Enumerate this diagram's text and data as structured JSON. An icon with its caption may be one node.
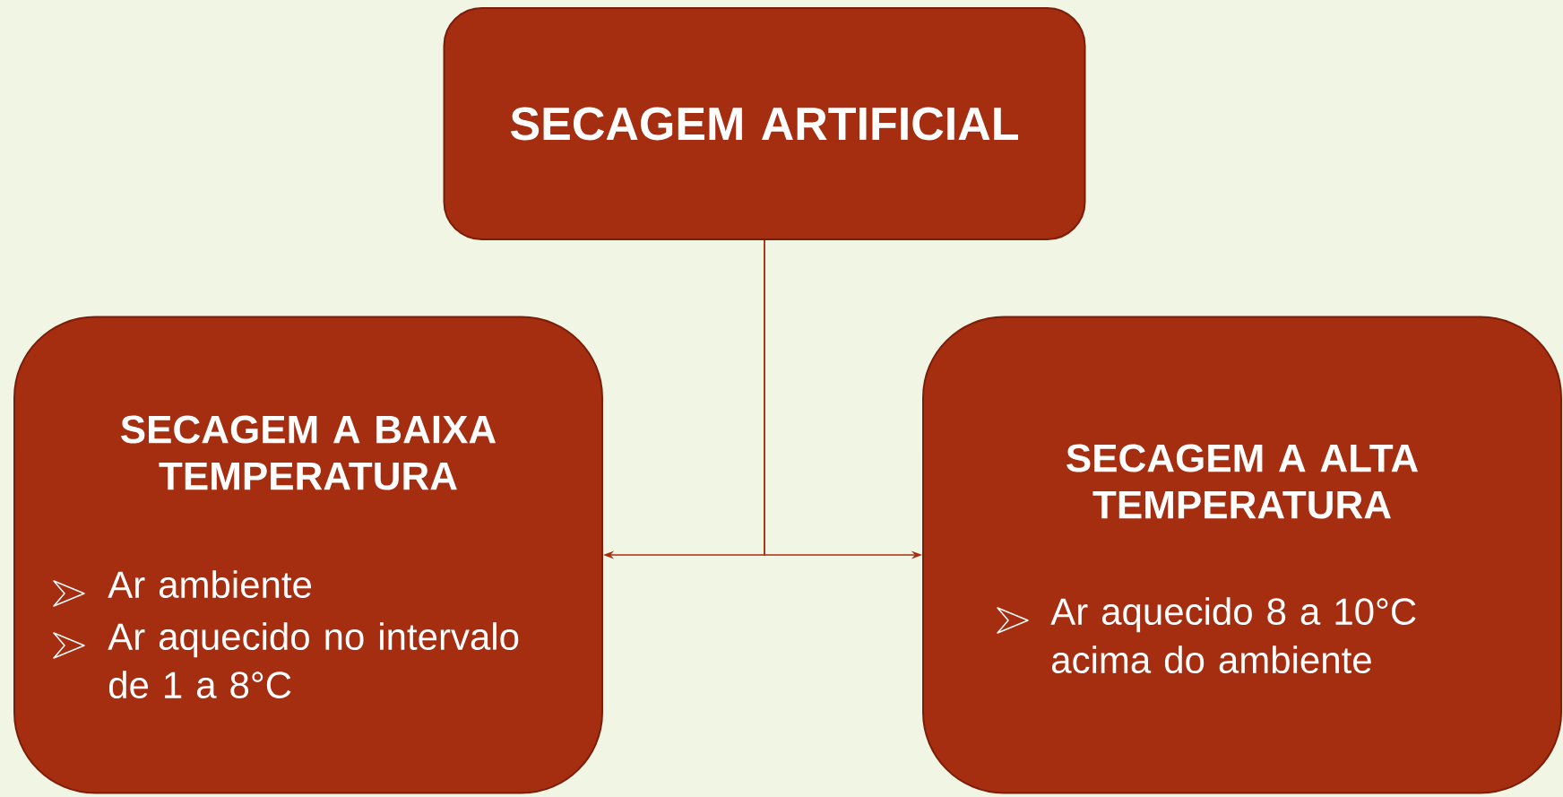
{
  "diagram": {
    "nodes": [
      {
        "text": [
          "SECAGEM ARTIFICIAL"
        ]
      },
      {
        "text": [
          "SECAGEM A BAIXA TEMPERATURA",
          "Ar ambiente",
          "Ar aquecido no intervalo de 1 a 8°C"
        ]
      },
      {
        "text": [
          "SECAGEM A ALTA TEMPERATURA",
          "Ar aquecido 8 a 10°C acima do ambiente"
        ]
      }
    ],
    "edges": [
      {
        "from": 0,
        "to": 1,
        "arrow": "to"
      },
      {
        "from": 0,
        "to": 2,
        "arrow": "to"
      }
    ]
  }
}
